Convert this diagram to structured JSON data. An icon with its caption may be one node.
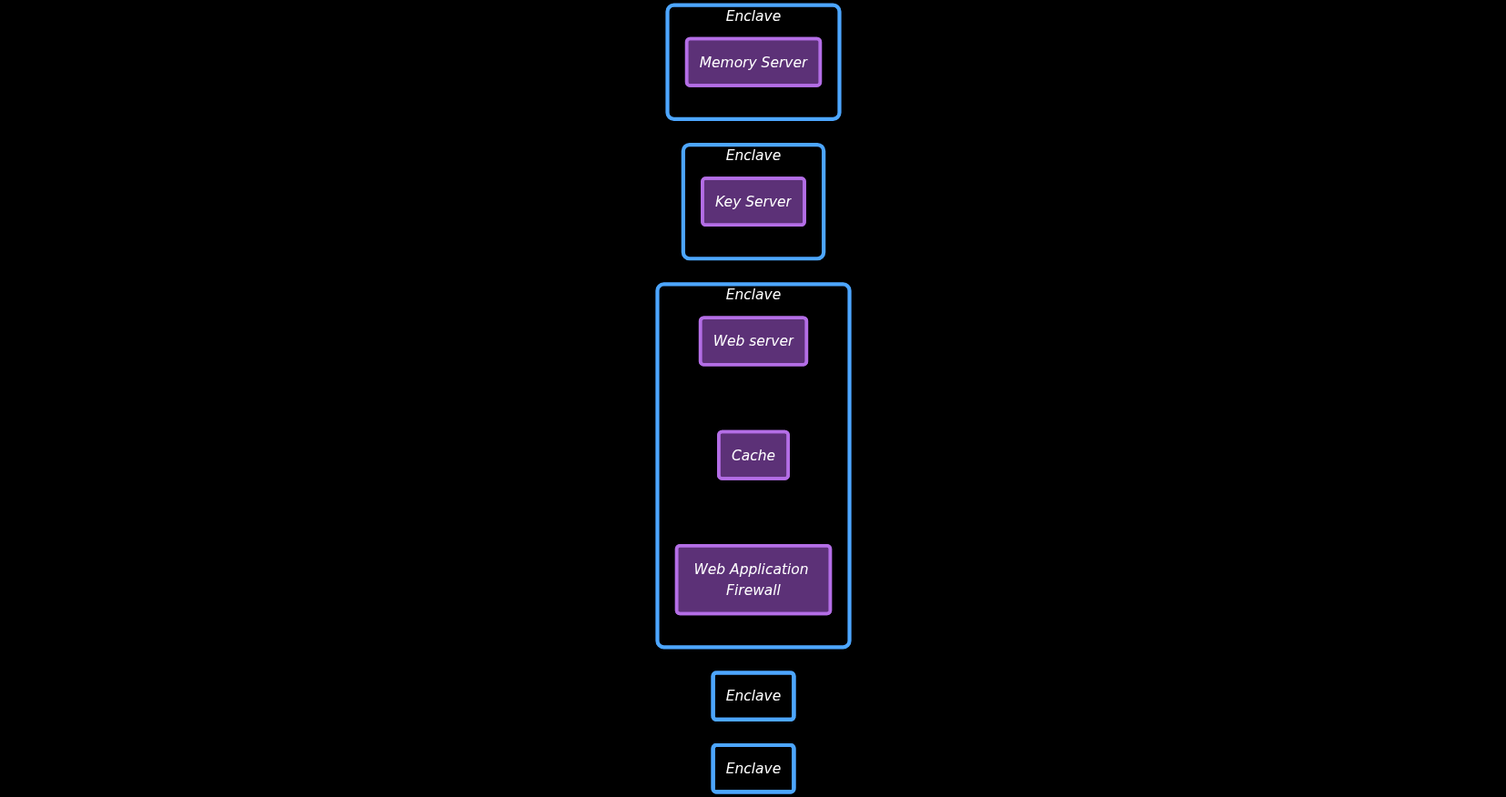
{
  "diagram": {
    "nodes": [
      {
        "text": [
          "Enclave"
        ]
      },
      {
        "text": [
          "Enclave"
        ]
      },
      {
        "text": [
          "Enclave"
        ]
      },
      {
        "text": [
          "Web server"
        ],
        "in": 2
      },
      {
        "text": [
          "Cache"
        ],
        "in": 2
      },
      {
        "text": [
          "Web Application Firewall"
        ],
        "in": 2
      },
      {
        "text": [
          "Enclave"
        ]
      },
      {
        "text": [
          "Key Server"
        ],
        "in": 6
      },
      {
        "text": [
          "Enclave"
        ]
      },
      {
        "text": [
          "Memory Server"
        ],
        "in": 8
      }
    ],
    "edges": []
  }
}
